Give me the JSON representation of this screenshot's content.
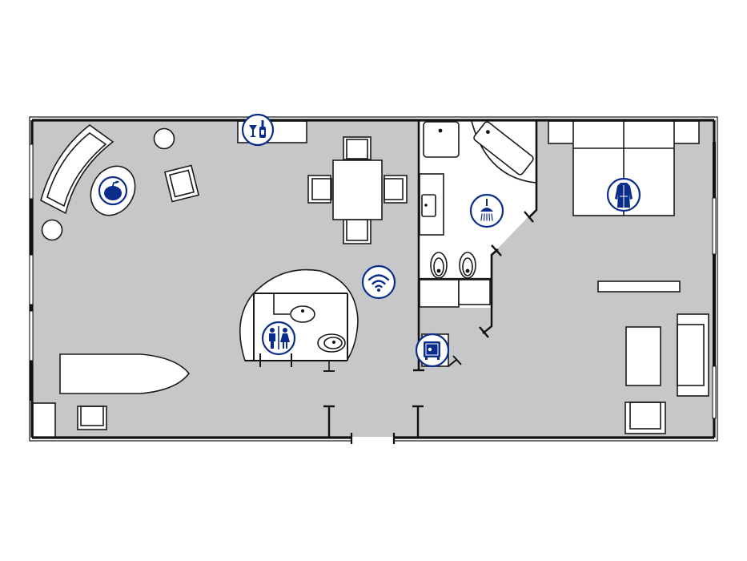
{
  "plan": {
    "type": "hotel-suite-floor-plan",
    "colors": {
      "floor": "#c6c7c9",
      "walls": "#111111",
      "furniture": "#ffffff",
      "icon_accent": "#0b2d8a"
    },
    "rooms": [
      {
        "name": "living-dining-area"
      },
      {
        "name": "bathroom"
      },
      {
        "name": "bedroom"
      },
      {
        "name": "guest-toilet"
      }
    ],
    "amenity_icons": [
      {
        "id": "minibar",
        "icon": "minibar-icon",
        "glyph": "cocktail-glass-and-bottle"
      },
      {
        "id": "fruit",
        "icon": "apple-icon",
        "glyph": "apple"
      },
      {
        "id": "wifi",
        "icon": "wifi-icon",
        "glyph": "wifi"
      },
      {
        "id": "guest-wc",
        "icon": "restroom-icon",
        "glyph": "man-and-woman"
      },
      {
        "id": "shower",
        "icon": "shower-icon",
        "glyph": "shower-head"
      },
      {
        "id": "bathrobe",
        "icon": "bathrobe-icon",
        "glyph": "bathrobe"
      },
      {
        "id": "safe",
        "icon": "safe-icon",
        "glyph": "safe"
      }
    ],
    "furniture": [
      "curved-sofa",
      "side-table-round-top",
      "side-table-round-bottom",
      "oval-coffee-table",
      "armchair",
      "sideboard",
      "dining-table",
      "dining-chair-top",
      "dining-chair-left",
      "dining-chair-right",
      "dining-chair-bottom",
      "desk",
      "desk-chair",
      "shower-tray",
      "bathtub",
      "vanity-sink",
      "toilet",
      "bidet",
      "double-bed",
      "nightstand-left",
      "nightstand-right",
      "tv-console",
      "bedroom-coffee-table",
      "bedroom-sofa",
      "bedroom-armchair"
    ]
  }
}
